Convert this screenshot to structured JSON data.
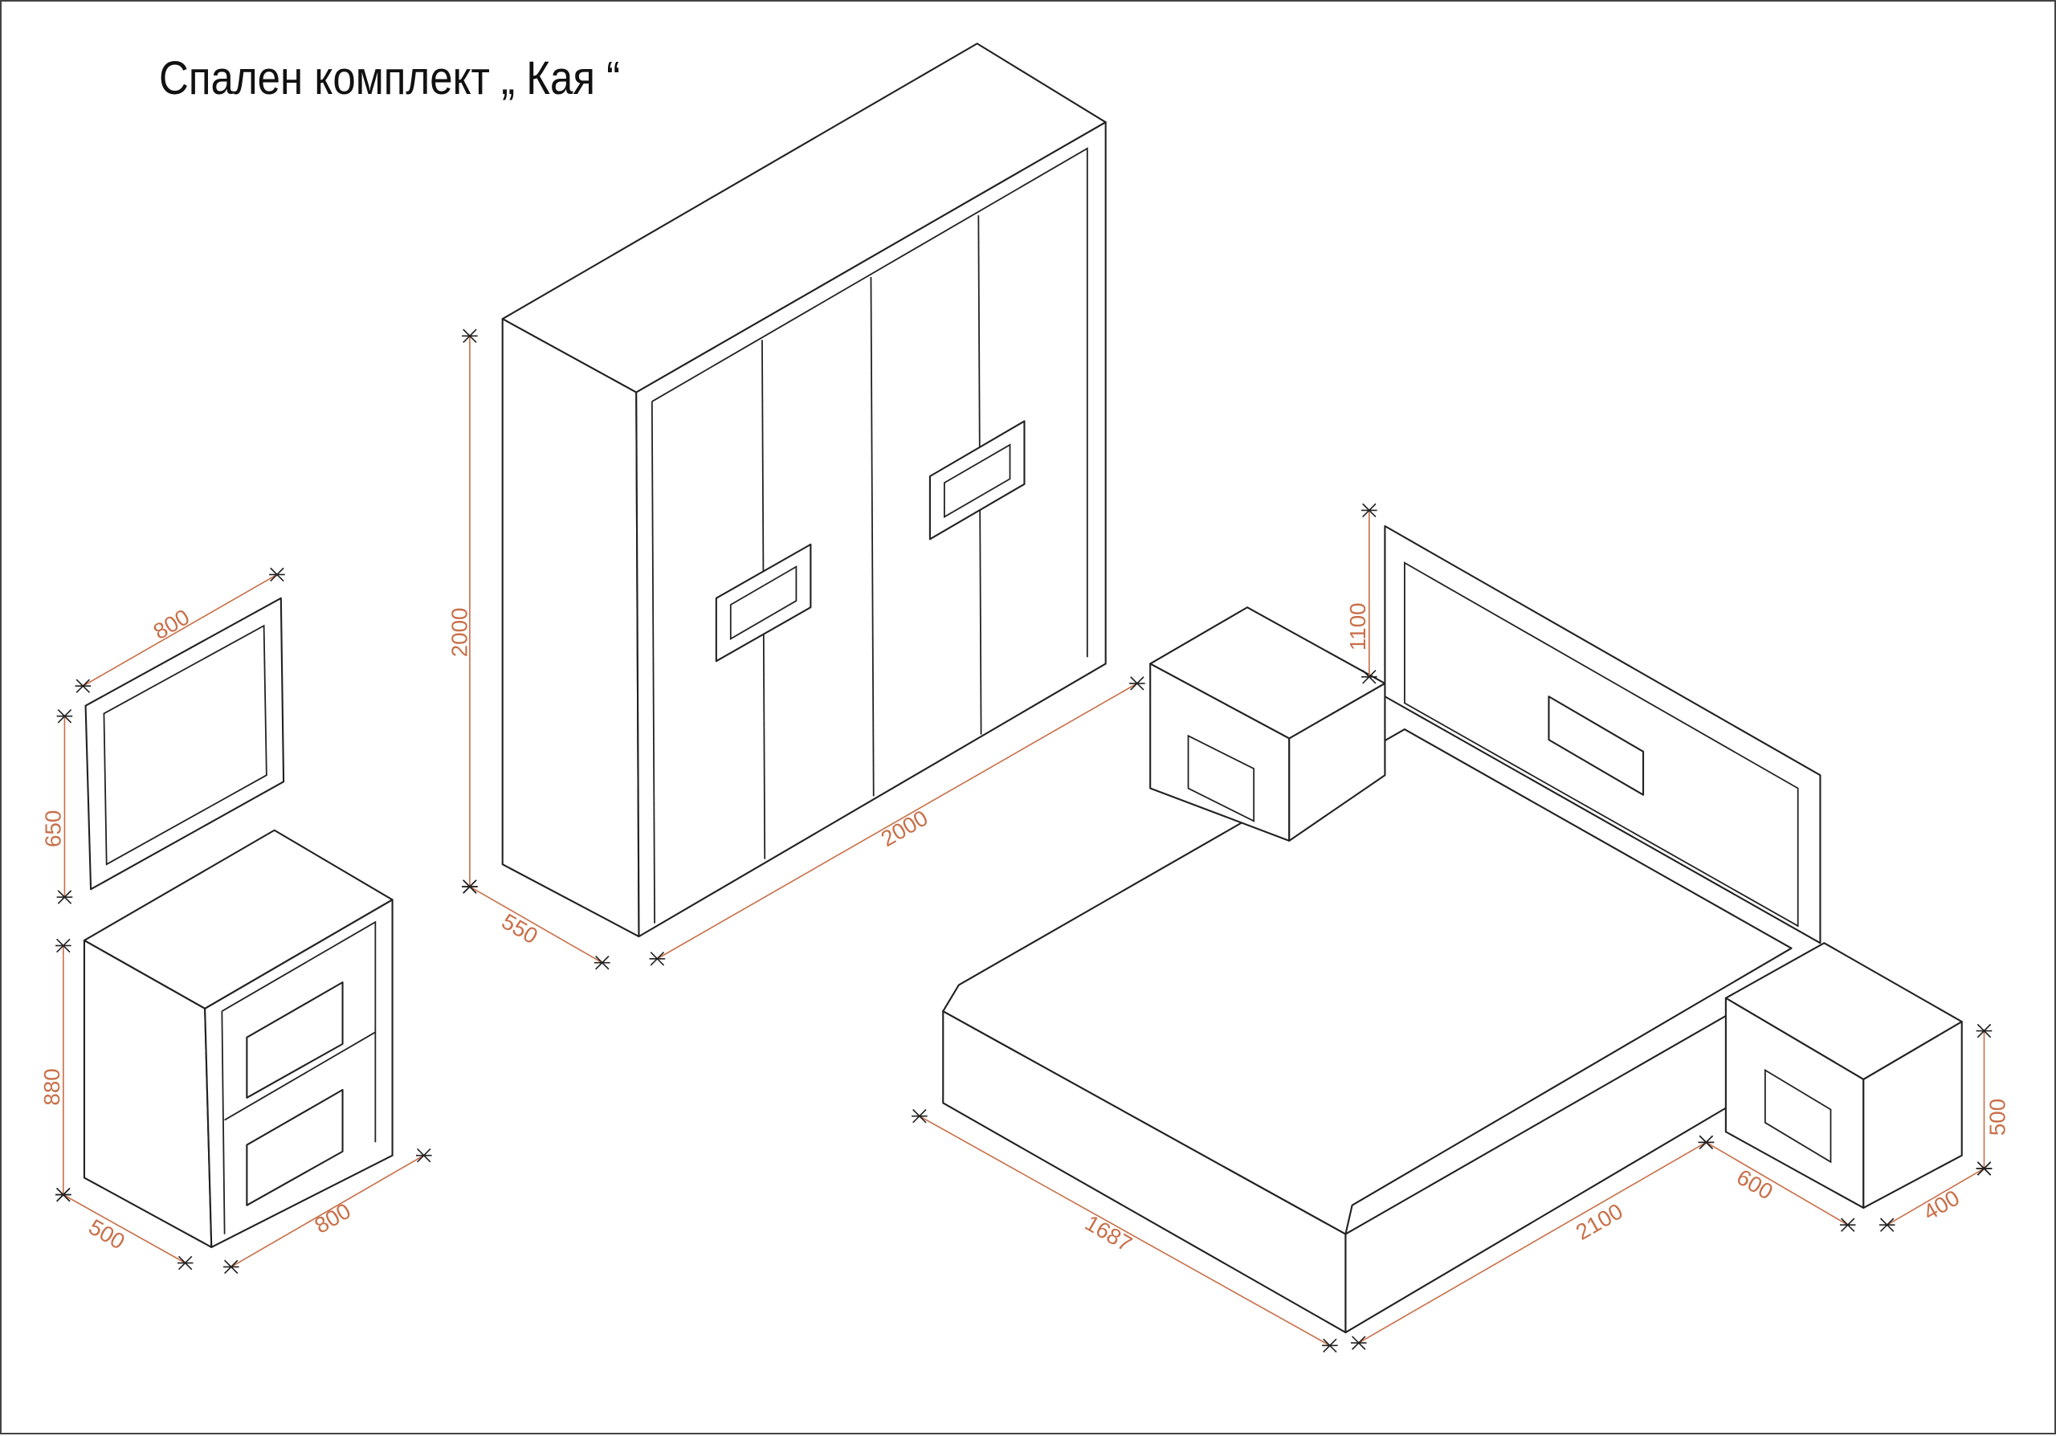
{
  "title": "Спален комплект „ Кая “",
  "dimensions": {
    "wardrobe": {
      "height": "2000",
      "depth": "550",
      "width": "2000"
    },
    "mirror": {
      "width": "800",
      "height": "650"
    },
    "dresser": {
      "height": "880",
      "depth": "500",
      "width": "800"
    },
    "bed": {
      "headboard_height": "1100",
      "width": "1687",
      "length": "2100"
    },
    "nightstand": {
      "width": "600",
      "depth": "400",
      "height": "500"
    }
  },
  "colors": {
    "dimension": "#c8704a",
    "line": "#222222"
  }
}
